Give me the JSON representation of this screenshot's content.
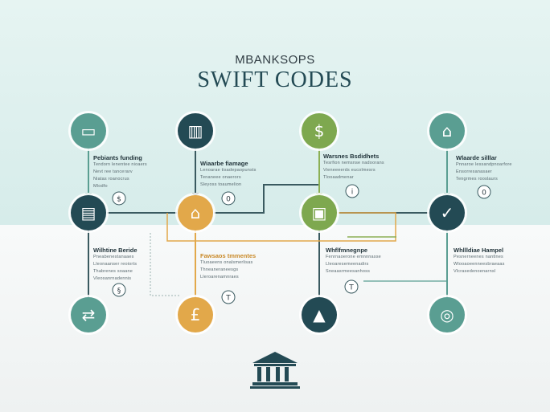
{
  "header": {
    "overline": "MBANKSOPS",
    "title": "SWIFT CODES"
  },
  "colors": {
    "teal": "#5a9e92",
    "dark": "#234a54",
    "green": "#7ea84f",
    "orange": "#e2a84a",
    "line_dark": "#3a5a60",
    "line_orange": "#e2a84a",
    "line_green": "#8cb055"
  },
  "nodes": [
    {
      "id": "top-1",
      "icon": "card-icon",
      "color": "teal",
      "glyph": "▭"
    },
    {
      "id": "top-2",
      "icon": "bank-building-icon",
      "color": "dark",
      "glyph": "▥"
    },
    {
      "id": "top-3",
      "icon": "dollar-icon",
      "color": "green",
      "glyph": "$"
    },
    {
      "id": "top-4",
      "icon": "bank-icon",
      "color": "teal",
      "glyph": "⌂"
    },
    {
      "id": "mid-1",
      "icon": "document-icon",
      "color": "dark",
      "glyph": "▤"
    },
    {
      "id": "mid-2",
      "icon": "bank-icon",
      "color": "orange",
      "glyph": "⌂"
    },
    {
      "id": "mid-3",
      "icon": "banknote-icon",
      "color": "green",
      "glyph": "▣"
    },
    {
      "id": "mid-4",
      "icon": "checkmark-icon",
      "color": "dark",
      "glyph": "✓"
    },
    {
      "id": "bot-1",
      "icon": "transfer-icon",
      "color": "teal",
      "glyph": "⇄"
    },
    {
      "id": "bot-2",
      "icon": "coin-icon",
      "color": "orange",
      "glyph": "£"
    },
    {
      "id": "bot-3",
      "icon": "chart-icon",
      "color": "dark",
      "glyph": "▲"
    },
    {
      "id": "bot-4",
      "icon": "globe-icon",
      "color": "teal",
      "glyph": "◎"
    }
  ],
  "labels": [
    {
      "heading": "Pebiants funding",
      "body": [
        "Tendorn lenentee nioaers",
        "Nevt ree tancerarv",
        "Niatas roanocrus",
        "Mlodfo"
      ]
    },
    {
      "heading": "Wiaarbe fiamage",
      "body": [
        "Lenoarae tisadepaopunsts",
        "Tenaneee onaerors",
        "Sleyoss toaumelion"
      ]
    },
    {
      "heading": "Warsnes Bsdidhets",
      "body": [
        "Tesrfion nemsnse nadoorans",
        "Vieneeeerds eucolmesrs",
        "Tlooaadmenar"
      ]
    },
    {
      "heading": "Wlaarde silllar",
      "body": [
        "Pnnaroe lessandpnoarfore",
        "Ensorresanasaer",
        "Tengrmes rooslaurs"
      ]
    },
    {
      "heading": "Wilhtine Beride",
      "body": [
        "Pneabenestanaaes",
        "Lleonaanser reoiorts",
        "Thabrenes soaane",
        "Vleosanrnadennis"
      ]
    },
    {
      "heading": "Fawsaos tmmentes",
      "body": [
        "Tluoaeens onalsmerlisas",
        "Thneaneraneesgs",
        "Lleroarenamnraes"
      ]
    },
    {
      "heading": "Whflfmnegnpe",
      "body": [
        "Fenrnaoerone emnnnasse",
        "Lleoaresemeenadirs",
        "Sneaasrmeesanhoss"
      ]
    },
    {
      "heading": "Whllldiae Hampel",
      "body": [
        "Pesnerneenes nantlnes",
        "Wlooaoeenneesbraeaas",
        "Vlcrasedenoenarnsl"
      ]
    }
  ],
  "badges": [
    "$",
    "0",
    "i",
    "0",
    "§",
    "T",
    "T"
  ],
  "footer_icon": "institution-icon"
}
